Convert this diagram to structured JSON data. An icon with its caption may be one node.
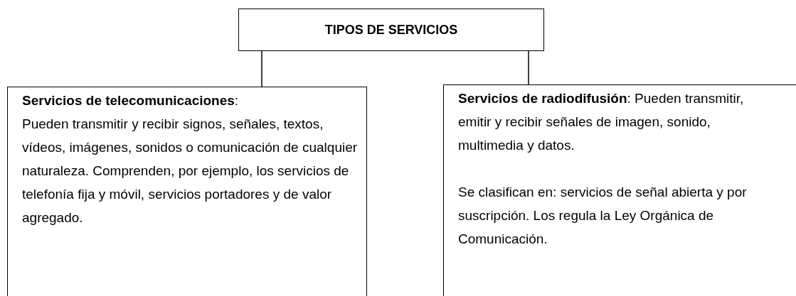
{
  "diagram": {
    "nodes": [
      {
        "text": [
          "TIPOS DE SERVICIOS"
        ]
      },
      {
        "text": [
          "**Servicios de telecomunicaciones**:",
          "Pueden transmitir y recibir signos, señales, textos, vídeos, imágenes, sonidos o comunicación de cualquier naturaleza. Comprenden, por ejemplo, los servicios de telefonía fija y móvil, servicios portadores y de valor agregado."
        ]
      },
      {
        "text": [
          "**Servicios de radiodifusión**: Pueden transmitir, emitir y recibir señales de imagen, sonido, multimedia y datos.",
          "Se clasifican en: servicios de señal abierta y por suscripción. Los regula la Ley Orgánica de Comunicación."
        ]
      }
    ],
    "edges": [
      {
        "from": 0,
        "to": 1,
        "arrow": "none"
      },
      {
        "from": 0,
        "to": 2,
        "arrow": "none"
      }
    ]
  }
}
